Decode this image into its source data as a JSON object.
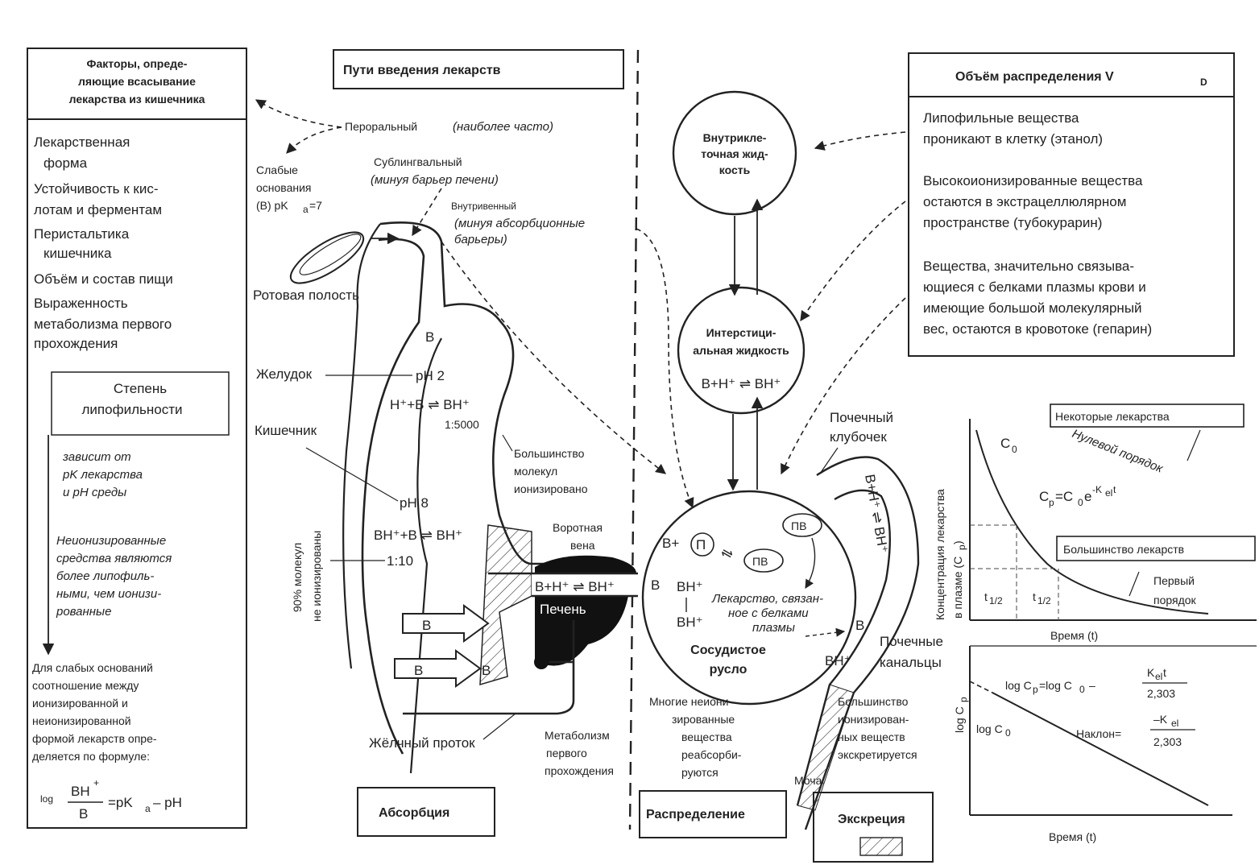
{
  "factors": {
    "title": [
      "Факторы, опреде-",
      "ляющие всасывание",
      "лекарства из кишечника"
    ],
    "list": [
      "Лекарственная",
      "форма",
      "Устойчивость к  кис-",
      "лотам и ферментам",
      "Перистальтика",
      "кишечника",
      "Объём и состав пищи",
      "Выраженность",
      "метаболизма первого",
      "прохождения"
    ],
    "lipo_box": [
      "Степень",
      "липофильности"
    ],
    "depends": [
      "зависит от",
      "pK лекарства",
      "и рН среды"
    ],
    "nonionized": [
      "Неионизированные",
      "средства являются",
      "более липофиль-",
      "ными, чем ионизи-",
      "рованные"
    ],
    "weak_bases": [
      "Для слабых оснований",
      "соотношение между",
      "ионизированной и",
      "неионизированной",
      "формой лекарств опре-",
      "деляется по формуле:"
    ],
    "formula": {
      "log": "log",
      "num": "BH",
      "sup": "+",
      "den": "B",
      "rhs": "=pK",
      "sub": "a",
      "tail": " – pH"
    }
  },
  "routes": {
    "title": "Пути введения лекарств",
    "oral": "Пероральный",
    "oral_note": "(наиболее часто)",
    "sublingual": "Сублингвальный",
    "sublingual_note": "(минуя барьер печени)",
    "iv": "Внутривенный",
    "iv_note": [
      "(минуя абсорбционные",
      "барьеры)"
    ],
    "weak_bases": [
      "Слабые",
      "основания",
      "(В) pK",
      "a",
      "=7"
    ]
  },
  "gi": {
    "mouth": "Ротовая полость",
    "stomach": "Желудок",
    "B": "B",
    "ph2": "pH 2",
    "eq_stomach": "H⁺+B ⇌ BH⁺",
    "ratio_stomach": "1:5000",
    "intestine": "Кишечник",
    "majority": [
      "Большинство",
      "молекул",
      "ионизировано"
    ],
    "ph8": "pH 8",
    "eq_intestine": "BH⁺+B ⇌ BH⁺",
    "ratio_intestine": "1:10",
    "vertical_label": [
      "90% молекул",
      "не ионизированы"
    ],
    "portal_vein": [
      "Воротная",
      "вена"
    ],
    "eq_liver": "B+H⁺ ⇌ BH⁺",
    "liver": "Печень",
    "bile_duct": "Жёлчный проток",
    "first_pass": [
      "Метаболизм",
      "первого",
      "прохождения"
    ],
    "absorption": "Абсорбция"
  },
  "distribution": {
    "intracellular": [
      "Внутрикле-",
      "точная жид-",
      "кость"
    ],
    "interstitial": [
      "Интерстици-",
      "альная жидкость"
    ],
    "eq_interstitial": "B+H⁺ ⇌ BH⁺",
    "B_P": "B+",
    "P": "П",
    "PB": "ПВ",
    "B": "B",
    "BH": "BH⁺",
    "bound": [
      "Лекарство, связан-",
      "ное с белками",
      "плазмы"
    ],
    "vascular": [
      "Сосудистое",
      "русло"
    ],
    "reabsorbed": [
      "Многие неиони-",
      "зированные",
      "вещества",
      "реабсорби-",
      "руются"
    ],
    "title": "Распределение"
  },
  "excretion": {
    "glomerulus": [
      "Почечный",
      "клубочек"
    ],
    "tubules": [
      "Почечные",
      "канальцы"
    ],
    "eq_tubule": "B+H⁺ ⇌ BH⁺",
    "B": "B",
    "BH": "BH⁺",
    "ionized": [
      "Большинство",
      "ионизирован-",
      "ных веществ",
      "экскретируется"
    ],
    "urine": "Моча",
    "title": "Экскреция"
  },
  "volume": {
    "title": "Объём распределения V",
    "title_sub": "D",
    "p1": [
      "Липофильные вещества",
      "проникают в клетку (этанол)"
    ],
    "p2": [
      "Высокоионизированные вещества",
      "остаются в экстрацеллюлярном",
      "пространстве (тубокурарин)"
    ],
    "p3": [
      "Вещества, значительно связыва-",
      "ющиеся с белками плазмы крови и",
      "имеющие большой молекулярный",
      "вес, остаются в кровотоке (гепарин)"
    ]
  },
  "kinetics": {
    "ylabel": [
      "Концентрация лекарства",
      "в плазме (C",
      "p",
      ")"
    ],
    "c0": "C",
    "c0_sub": "0",
    "some_drugs": "Некоторые лекарства",
    "zero_order": "Нулевой порядок",
    "eq_exp": "C",
    "eq_exp_sub": "p",
    "eq_exp_mid": "=C",
    "eq_exp_sub2": "0",
    "eq_exp_tail": "e",
    "eq_exp_pow": "-K",
    "eq_exp_pow_sub": "el",
    "eq_exp_pow_tail": "t",
    "most_drugs": "Большинство лекарств",
    "first_order": [
      "Первый",
      "порядок"
    ],
    "t_half": "t",
    "t_half_sub": "1/2",
    "time_label": "Время (t)",
    "log_ylabel": "log C",
    "log_ylabel_sub": "p",
    "log_eq": "log C",
    "log_eq_sub": "p",
    "log_eq_mid": "=log C",
    "log_eq_sub2": "0",
    "log_eq_tail": "–",
    "frac_num": "K",
    "frac_num_sub": "el",
    "frac_num_tail": " t",
    "frac_den": "2,303",
    "logc0": "log C",
    "logc0_sub": "0",
    "slope": "Наклон=",
    "slope_num": "–K",
    "slope_num_sub": "el",
    "slope_den": "2,303",
    "time_label2": "Время (t)"
  }
}
